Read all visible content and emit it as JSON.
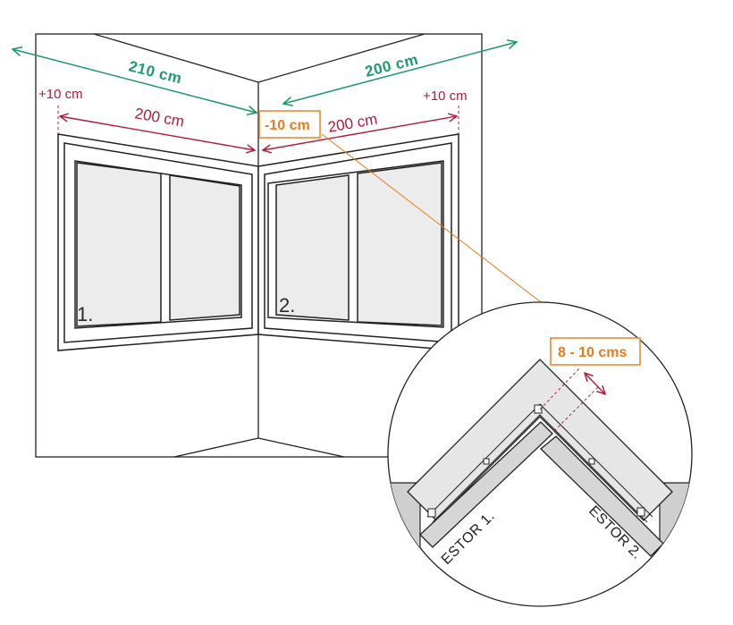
{
  "colors": {
    "green": "#1f9a6a",
    "red": "#b21b3c",
    "orange": "#e87b1c",
    "outline": "#222222",
    "glass": "#ececec",
    "wall_detail": "#e6e6e6",
    "wall_dark": "#cfcfcf"
  },
  "dimensions": {
    "left_outer": "210 cm",
    "right_outer": "200 cm",
    "left_inner": "200 cm",
    "right_inner": "200 cm",
    "left_offset": "+10 cm",
    "right_offset": "+10 cm",
    "corner_offset": "-10 cm",
    "gap": "8 - 10 cms"
  },
  "windows": {
    "left_number": "1.",
    "right_number": "2."
  },
  "detail": {
    "estor_1": "ESTOR 1.",
    "estor_2": "ESTOR 2."
  }
}
